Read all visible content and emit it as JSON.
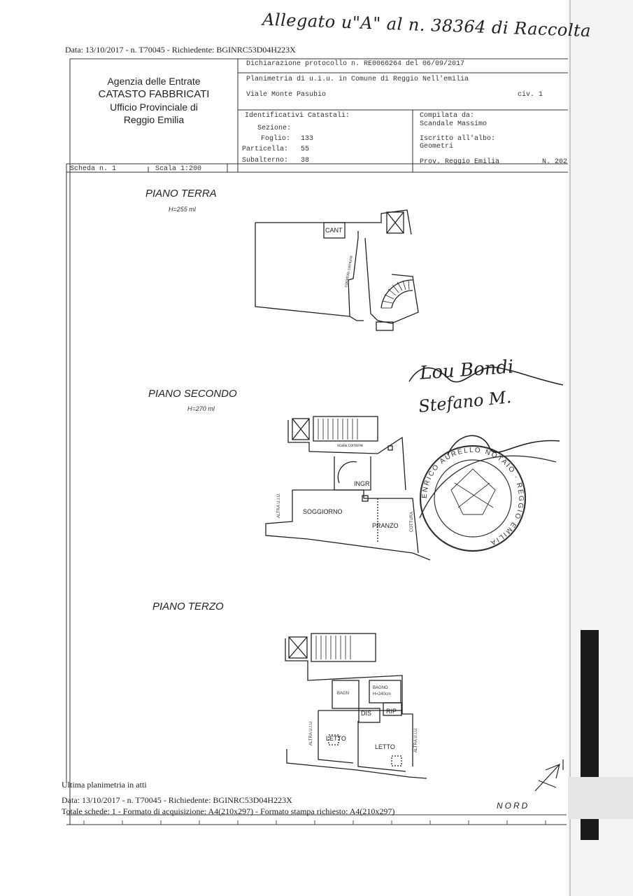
{
  "annotation": "Allegato u\"A\" al n. 38364 di Raccolta",
  "top_request_line": "Data: 13/10/2017 - n. T70045 - Richiedente: BGINRC53D04H223X",
  "header": {
    "agency": "Agenzia delle Entrate",
    "catasto": "CATASTO FABBRICATI",
    "office": "Ufficio Provinciale di",
    "city": "Reggio Emilia"
  },
  "declaration": {
    "protocol": "Dichiarazione protocollo n. RE0066264 del 06/09/2017",
    "planimetry": "Planimetria di u.i.u. in Comune di Reggio Nell'emilia",
    "address": "Viale Monte Pasubio",
    "civ": "civ. 1"
  },
  "identifiers": {
    "title": "Identificativi Catastali:",
    "sezione_label": "Sezione:",
    "foglio_label": "Foglio:",
    "foglio": "133",
    "particella_label": "Particella:",
    "particella": "55",
    "subalterno_label": "Subalterno:",
    "subalterno": "38"
  },
  "compiler": {
    "title": "Compilata da:",
    "name": "Scandale Massimo",
    "iscritto": "Iscritto all'albo:",
    "albo": "Geometri",
    "prov": "Prov. Reggio Emilia",
    "number": "N. 202"
  },
  "scheda": "Scheda n. 1",
  "scala": "Scala 1:200",
  "floors": [
    {
      "title": "PIANO TERRA",
      "height": "H=255 ml",
      "labels": {
        "cant": "CANT",
        "corridor": "corridoio comune"
      }
    },
    {
      "title": "PIANO SECONDO",
      "height": "H=270 ml",
      "labels": {
        "scala": "scala comune",
        "ingr": "INGR",
        "soggiorno": "SOGGIORNO",
        "pranzo": "PRANZO",
        "altra_left": "ALTRA U.I.U.",
        "cottura": "COTTURA"
      }
    },
    {
      "title": "PIANO TERZO",
      "labels": {
        "bagno2": "BAGN",
        "bagno": "BAGNO",
        "bagno_h": "H=240cm",
        "dis": "DIS",
        "rip": "RIP",
        "letto1": "LETTO",
        "letto2": "LETTO",
        "altra_left": "ALTRA U.I.U.",
        "altra_right": "ALTRA U.I.U."
      }
    }
  ],
  "stamp_ring": "ENRICO AURELLO NOTAIO · REGGIO EMILIA",
  "signature_lines": [
    "Lou Bondi",
    "Stefano M."
  ],
  "nord": "NORD",
  "footer": {
    "ultima": "Ultima planimetria in atti",
    "data_line": "Data: 13/10/2017 - n. T70045 - Richiedente: BGINRC53D04H223X",
    "totale": "Totale schede: 1 - Formato di acquisizione: A4(210x297) - Formato stampa richiesto: A4(210x297)"
  },
  "colors": {
    "ink": "#222222",
    "paper": "#ffffff",
    "scan_edge": "#1a1a1a"
  }
}
